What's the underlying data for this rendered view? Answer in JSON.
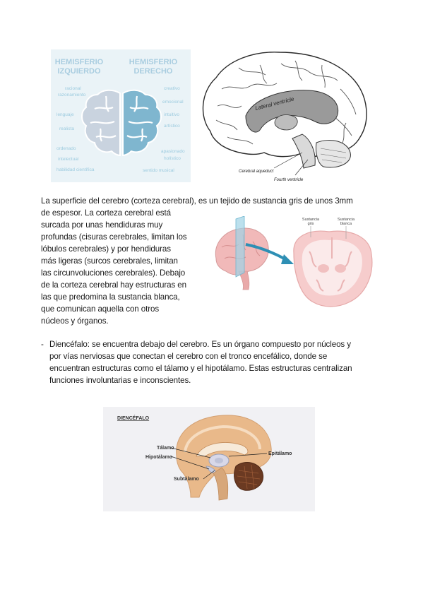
{
  "figure1": {
    "left_title": [
      "HEMISFERIO",
      "IZQUIERDO"
    ],
    "right_title": [
      "HEMISFERIO",
      "DERECHO"
    ],
    "left_traits": [
      "racional",
      "razonamiento",
      "lenguaje",
      "realista",
      "ordenado",
      "intelectual",
      "habilidad científica"
    ],
    "right_traits": [
      "creativo",
      "emocional",
      "intuitivo",
      "artístico",
      "apasionado",
      "holístico",
      "sentido musical"
    ],
    "colors": {
      "left": "#c9d3df",
      "right": "#7fb6cf",
      "title": "#a9cde0",
      "bg": "#eaf3f7"
    }
  },
  "figure2": {
    "labels": [
      "Lateral ventricle",
      "Cerebral aqueduct",
      "Fourth ventricle"
    ]
  },
  "paragraph1": {
    "lines": [
      "La superficie del cerebro (corteza cerebral), es un tejido de sustancia gris de unos 3mm",
      "de espesor. La corteza cerebral está",
      "surcada por unas hendiduras muy",
      "profundas (cisuras cerebrales, limitan los",
      "lóbulos cerebrales) y por hendiduras",
      "más ligeras (surcos cerebrales, limitan",
      "las circunvoluciones cerebrales). Debajo",
      "de la corteza cerebral hay estructuras en",
      "las que predomina la sustancia blanca,",
      "que comunican aquella con otros",
      "núcleos y órganos."
    ]
  },
  "figure3": {
    "label_gray": [
      "Sustancia",
      "gris"
    ],
    "label_white": [
      "Sustancia",
      "blanca"
    ],
    "colors": {
      "tissue": "#f6cccc",
      "white_matter": "#fbeaea",
      "arrow": "#2e8fb4"
    }
  },
  "paragraph2": {
    "bullet": "-",
    "lines": [
      "Diencéfalo: se encuentra debajo del cerebro. Es un órgano compuesto por núcleos y",
      "por vías nerviosas que conectan el cerebro con el tronco encefálico, donde se",
      "encuentran estructuras como el tálamo y el hipotálamo. Estas estructuras centralizan",
      "funciones involuntarias e inconscientes."
    ]
  },
  "figure4": {
    "title": "DIENCÉFALO",
    "labels": {
      "talamo": "Tálamo",
      "hipotalamo": "Hipotálamo",
      "subtalamo": "Subtálamo",
      "epitalamo": "Epitálamo"
    },
    "colors": {
      "brain": "#e9b98a",
      "cerebellum": "#6b3a22",
      "bg": "#f1f1f4"
    }
  }
}
